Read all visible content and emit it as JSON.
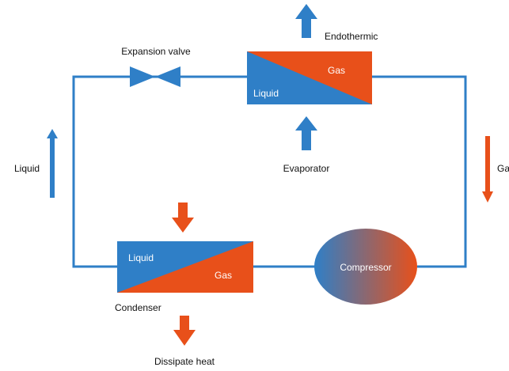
{
  "colors": {
    "blue": "#2f7fc7",
    "orange": "#e8501a",
    "pipe": "#2f7fc7",
    "text": "#111111"
  },
  "labels": {
    "expansion_valve": "Expansion valve",
    "endothermic": "Endothermic",
    "evaporator": "Evaporator",
    "liquid_left": "Liquid",
    "gas_right": "Ga",
    "condenser": "Condenser",
    "dissipate_heat": "Dissipate heat",
    "compressor": "Compressor"
  },
  "evaporator_box": {
    "liquid": "Liquid",
    "gas": "Gas"
  },
  "condenser_box": {
    "liquid": "Liquid",
    "gas": "Gas"
  }
}
